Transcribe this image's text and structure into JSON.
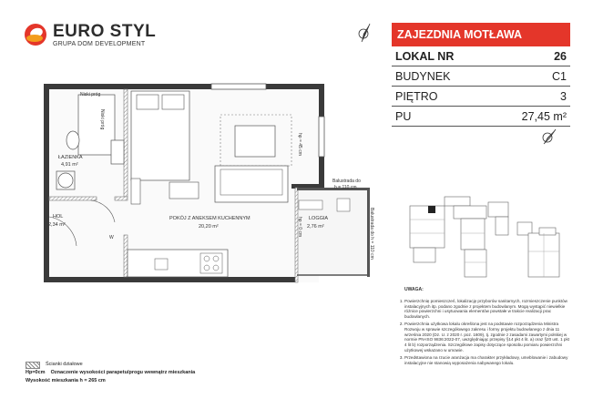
{
  "brand": {
    "name": "EURO STYL",
    "subtitle": "GRUPA DOM DEVELOPMENT"
  },
  "info": {
    "title": "ZAJEZDNIA MOTŁAWA",
    "rows": [
      {
        "key": "LOKAL NR",
        "value": "26"
      },
      {
        "key": "BUDYNEK",
        "value": "C1"
      },
      {
        "key": "PIĘTRO",
        "value": "3"
      },
      {
        "key": "PU",
        "value": "27,45 m²"
      }
    ]
  },
  "rooms": {
    "bath_name": "ŁAZIENKA",
    "bath_area": "4,91 m²",
    "hall_name": "HOL",
    "hall_area": "2,34 m²",
    "living_name": "POKÓJ Z ANEKSEM KUCHENNYM",
    "living_area": "20,20 m²",
    "loggia_name": "LOGGIA",
    "loggia_area": "2,76 m²"
  },
  "plan_labels": {
    "brak_progu_1": "Niski próg",
    "brak_progu_2": "Niski próg",
    "hp1": "hp = 45 cm",
    "hp2": "hp = 0 cm",
    "balustrada1": "Balustrada do",
    "balustrada1_h": "h = 110 cm",
    "balustrada2": "Balustrada do h = 110 cm",
    "w": "W"
  },
  "notes": {
    "title": "UWAGA:",
    "items": [
      "Powierzchnię pomieszczeń, lokalizację przyborów sanitarnych, rozmieszczenie punktów instalacyjnych itp. podano zgodnie z projektem budowlanym. Mogą wystąpić niewielkie różnice powierzchni i usytuowania elementów powstałe w trakcie realizacji prac budowlanych.",
      "Powierzchnia użytkowa lokalu określona jest na podstawie rozporządzenia Ministra Rozwoju w sprawie szczegółowego zakresu i formy projektu budowlanego z dnia 11 września 2020 (Dz. U. z 2020 r. poz. 1609), tj. zgodnie z zasadami zawartymi polskiej w normie PN-ISO 9836:2022-07, uwzględniając przepisy §14 pkt 4 lit. a) oraz §20 ust. 1 pkt 4 lit b) rozporządzenia. Szczegółowe zapisy dotyczące sposobu pomiaru powierzchni użytkowej wskazano w umowie.",
      "Przedstawiona na rzucie aranżacja ma charakter przykładowy, umeblowanie i zabudowy instalacyjne nie stanowią wyposażenia nabywanego lokalu."
    ]
  },
  "legend": [
    {
      "symbol": "",
      "text": "Ścianki działowe"
    },
    {
      "symbol": "Hp=0cm",
      "text": "Oznaczenie wysokości parapetu/progu wewnątrz mieszkania"
    },
    {
      "symbol": "",
      "text": "Wysokość mieszkania h = 265 cm"
    }
  ],
  "colors": {
    "accent": "#e4362a",
    "accent2": "#f39c1c",
    "wall": "#3a3a3a",
    "floor": "#f2f2f2"
  }
}
